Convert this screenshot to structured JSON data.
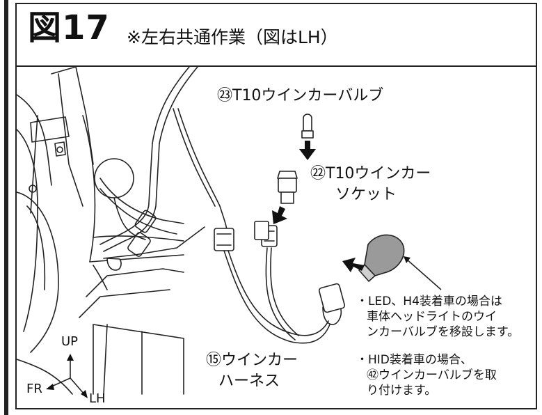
{
  "figure": {
    "label": "図17",
    "caption": "※左右共通作業（図はLH）"
  },
  "callouts": {
    "bulb_t10": "㉓T10ウインカーバルブ",
    "socket_line1": "㉒T10ウインカー",
    "socket_line2": "ソケット",
    "harness_line1": "⑮ウインカー",
    "harness_line2": "ハーネス"
  },
  "notes": {
    "led_h4_line1": "・LED、H4装着車の場合は",
    "led_h4_line2": "車体ヘッドライトのウイ",
    "led_h4_line3": "ンカーバルブを移設します。",
    "hid_line1": "・HID装着車の場合、",
    "hid_line2": "㊷ウインカーバルブを取",
    "hid_line3": "り付けます。"
  },
  "directions": {
    "up": "UP",
    "fr": "FR",
    "lh": "LH"
  },
  "colors": {
    "line": "#222222",
    "bulb_fill": "#9a9a9a",
    "background": "#ffffff"
  }
}
